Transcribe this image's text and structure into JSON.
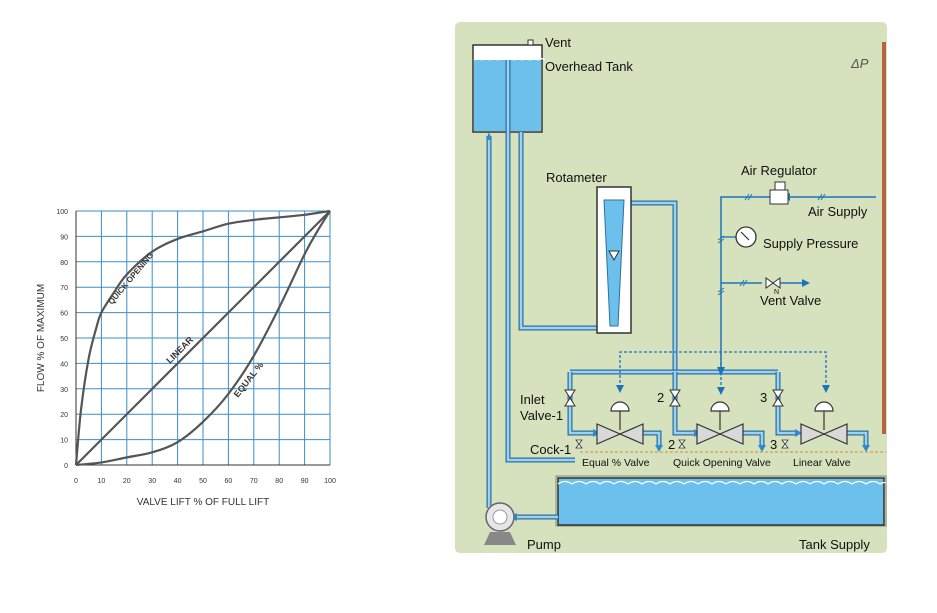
{
  "chart_data": {
    "type": "line",
    "xlabel": "VALVE LIFT % OF FULL LIFT",
    "ylabel": "FLOW % OF MAXIMUM",
    "xlim": [
      0,
      100
    ],
    "ylim": [
      0,
      100
    ],
    "x_ticks": [
      "0",
      "10",
      "20",
      "30",
      "40",
      "50",
      "60",
      "70",
      "80",
      "90",
      "100"
    ],
    "y_ticks": [
      "0",
      "10",
      "20",
      "30",
      "40",
      "50",
      "60",
      "70",
      "80",
      "90",
      "100"
    ],
    "grid": true,
    "series": [
      {
        "name": "QUICK OPENING",
        "x": [
          0,
          2,
          5,
          8,
          10,
          15,
          20,
          30,
          40,
          50,
          60,
          70,
          80,
          90,
          100
        ],
        "y": [
          0,
          22,
          42,
          54,
          60,
          68,
          75,
          84,
          89,
          92,
          95,
          96.5,
          97.5,
          98.5,
          100
        ]
      },
      {
        "name": "LINEAR",
        "x": [
          0,
          100
        ],
        "y": [
          0,
          100
        ]
      },
      {
        "name": "EQUAL %",
        "x": [
          0,
          10,
          20,
          30,
          40,
          50,
          60,
          70,
          80,
          90,
          95,
          100
        ],
        "y": [
          0,
          1,
          3,
          5,
          9,
          17,
          28,
          43,
          62,
          83,
          92,
          100
        ]
      }
    ],
    "line_color": "#555555",
    "grid_color": "#3a8fc7"
  },
  "diagram": {
    "labels": {
      "vent": "Vent",
      "overhead_tank": "Overhead Tank",
      "delta_p": "ΔP",
      "rotameter": "Rotameter",
      "air_regulator": "Air Regulator",
      "air_supply": "Air Supply",
      "supply_pressure": "Supply Pressure",
      "vent_valve": "Vent Valve",
      "vent_valve_n": "N",
      "inlet_valve": "Inlet",
      "inlet_valve_2": "Valve-1",
      "cock": "Cock-1",
      "num_2_top": "2",
      "num_3_top": "3",
      "num_2_bot": "2",
      "num_3_bot": "3",
      "equal_valve": "Equal % Valve",
      "quick_valve": "Quick Opening Valve",
      "linear_valve": "Linear Valve",
      "pump": "Pump",
      "tank_supply": "Tank Supply"
    },
    "colors": {
      "background": "#d5e2bd",
      "water": "#6cc0ec",
      "pipe": "#5aa8dc",
      "pipe_dark": "#1e6fb0",
      "pipe_outline": "#2f6f9f",
      "air_line": "#1c74b8",
      "delta_p_bar": "#b5653c",
      "valve_fill": "#d9d9d9",
      "valve_outline": "#444444",
      "dashed_orange": "#d88a3a"
    }
  }
}
